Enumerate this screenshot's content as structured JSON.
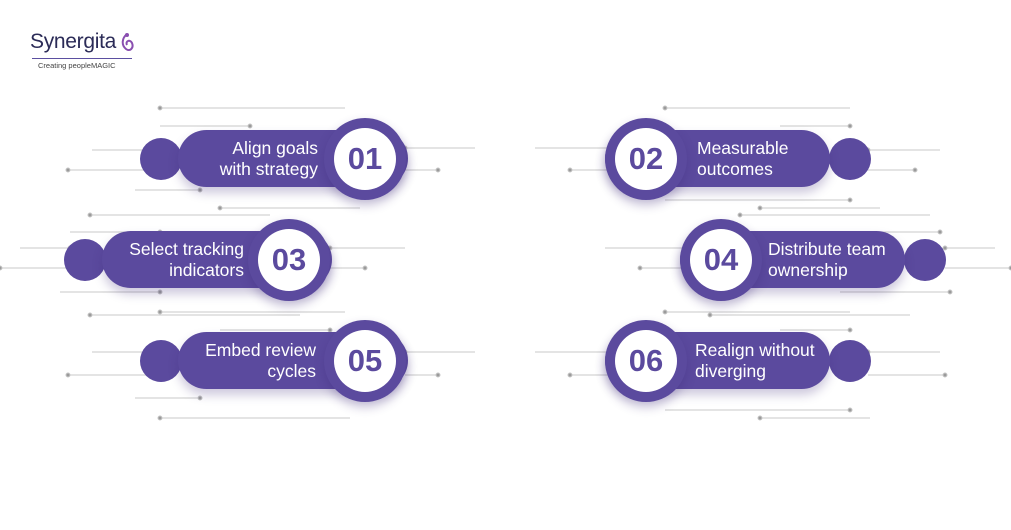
{
  "brand": {
    "name": "Synergita",
    "tagline": "Creating peopleMAGIC",
    "accent_color": "#5b4a9e",
    "line_color": "#c8c8c8"
  },
  "steps": [
    {
      "number": "01",
      "label_line1": "Align goals",
      "label_line2": "with strategy"
    },
    {
      "number": "02",
      "label_line1": "Measurable",
      "label_line2": "outcomes"
    },
    {
      "number": "03",
      "label_line1": "Select tracking",
      "label_line2": "indicators"
    },
    {
      "number": "04",
      "label_line1": "Distribute team",
      "label_line2": "ownership"
    },
    {
      "number": "05",
      "label_line1": "Embed review",
      "label_line2": "cycles"
    },
    {
      "number": "06",
      "label_line1": "Realign without",
      "label_line2": "diverging"
    }
  ]
}
